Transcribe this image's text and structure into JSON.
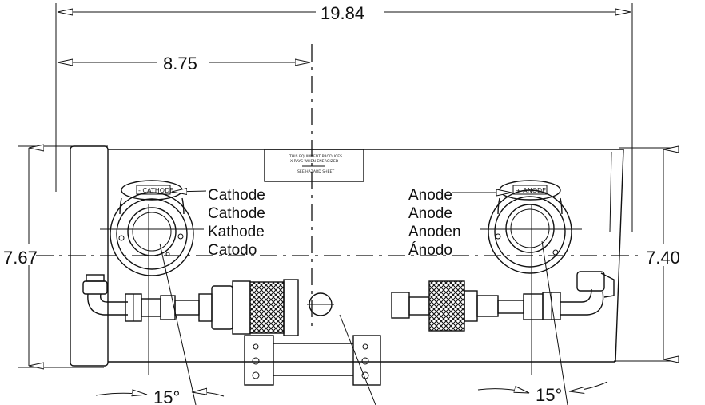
{
  "dimensions": {
    "overall_width": "19.84",
    "center_offset": "8.75",
    "left_height": "7.67",
    "right_height": "7.40",
    "left_angle": "15°",
    "right_angle": "15°"
  },
  "cathode_labels": [
    "Cathode",
    "Cathode",
    "Kathode",
    "Catodo"
  ],
  "anode_labels": [
    "Anode",
    "Anode",
    "Anoden",
    "Ánodo"
  ],
  "cathode_badge": "- CATHODE",
  "anode_badge": "+ ANODE",
  "hazard_plate": {
    "line1": "THIS EQUIPMENT PRODUCES",
    "line2": "X-RAYS WHEN ENERGIZED",
    "line3": "SEE HAZARD SHEET"
  }
}
